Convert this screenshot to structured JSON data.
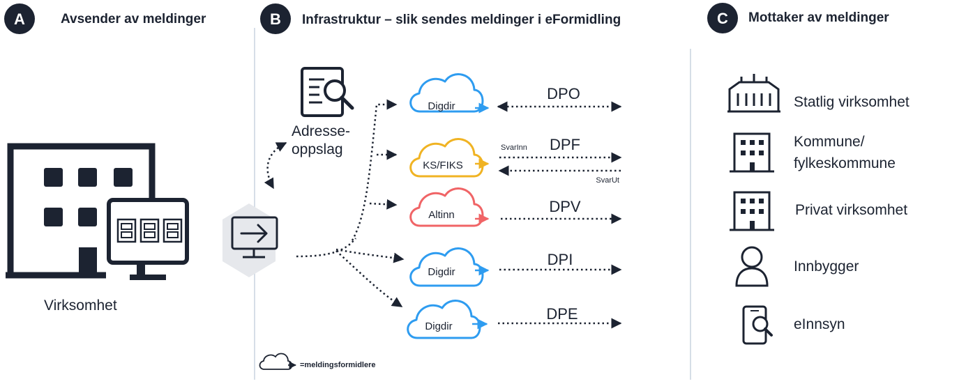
{
  "sections": [
    {
      "letter": "A",
      "title": "Avsender av meldinger"
    },
    {
      "letter": "B",
      "title": "Infrastruktur – slik sendes meldinger i eFormidling"
    },
    {
      "letter": "C",
      "title": "Mottaker av meldinger"
    }
  ],
  "sender": {
    "label": "Virksomhet"
  },
  "lookup": {
    "label_line1": "Adresse-",
    "label_line2": "oppslag"
  },
  "channels": [
    {
      "cloud": "Digdir",
      "color": "#2e9cf0",
      "channel": "DPO"
    },
    {
      "cloud": "KS/FIKS",
      "color": "#f0b323",
      "channel": "DPF",
      "out_label": "SvarInn",
      "in_label": "SvarUt"
    },
    {
      "cloud": "Altinn",
      "color": "#f06466",
      "channel": "DPV"
    },
    {
      "cloud": "Digdir",
      "color": "#2e9cf0",
      "channel": "DPI"
    },
    {
      "cloud": "Digdir",
      "color": "#2e9cf0",
      "channel": "DPE"
    }
  ],
  "receivers": [
    {
      "icon": "government-building-icon",
      "line1": "Statlig virksomhet",
      "line2": ""
    },
    {
      "icon": "municipal-building-icon",
      "line1": "Kommune/",
      "line2": "fylkeskommune"
    },
    {
      "icon": "office-building-icon",
      "line1": "Privat virksomhet",
      "line2": ""
    },
    {
      "icon": "person-icon",
      "line1": "Innbygger",
      "line2": ""
    },
    {
      "icon": "phone-search-icon",
      "line1": "eInnsyn",
      "line2": ""
    }
  ],
  "legend": {
    "label": "=meldingsformidlere"
  },
  "colors": {
    "dark": "#1c2331",
    "divider": "#c9d3df",
    "hexagon": "#e6e8ec"
  }
}
